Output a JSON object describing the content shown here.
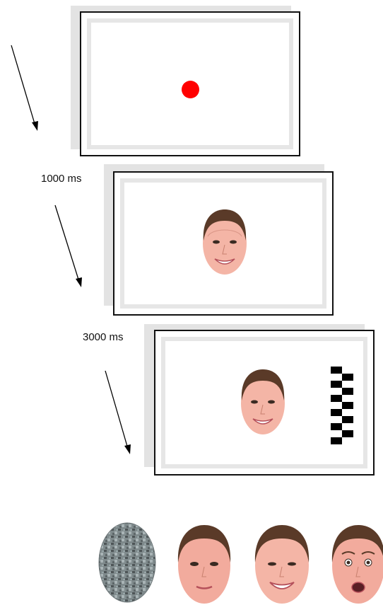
{
  "timing_labels": {
    "fixation_duration": "1000 ms",
    "face_duration": "3000 ms"
  },
  "colors": {
    "fixation_dot": "#ff0000",
    "frame_border": "#111111",
    "frame_shadow": "#e3e3e3",
    "inner_border": "#e6e6e6"
  },
  "stimuli": [
    "scrambled-face",
    "neutral-face",
    "happy-face",
    "surprised-face"
  ]
}
